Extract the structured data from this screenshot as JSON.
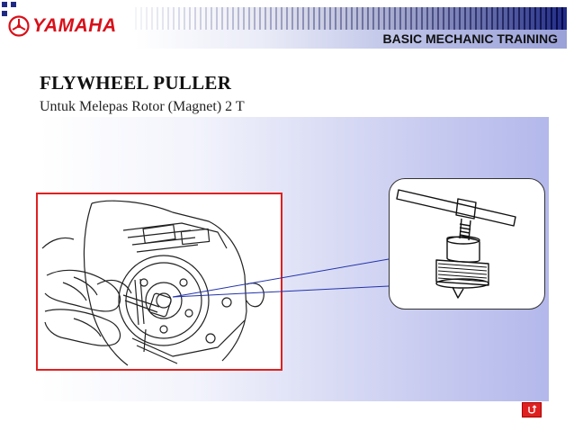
{
  "header": {
    "brand": "YAMAHA",
    "title": "BASIC MECHANIC TRAINING",
    "brand_color": "#d8101a",
    "accent_color": "#1f2a85"
  },
  "slide": {
    "title": "FLYWHEEL PULLER",
    "subtitle": "Untuk Melepas Rotor  (Magnet) 2 T"
  },
  "figures": {
    "main": "engine-flywheel-puller-illustration",
    "detail": "flywheel-puller-tool-illustration",
    "frame_color": "#e02020"
  },
  "navigation": {
    "return_icon": "return-arrow-icon"
  }
}
